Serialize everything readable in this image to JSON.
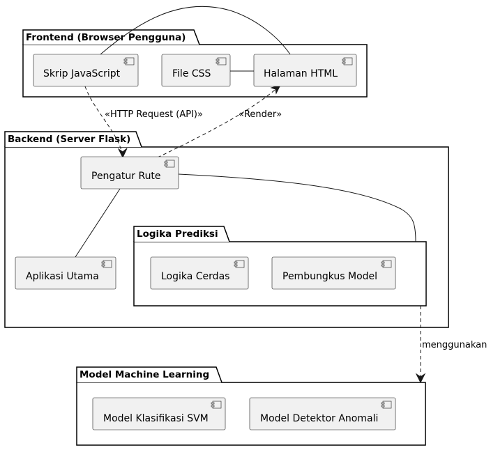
{
  "packages": {
    "frontend": "Frontend (Browser Pengguna)",
    "backend": "Backend (Server Flask)",
    "prediction": "Logika Prediksi",
    "ml": "Model Machine Learning"
  },
  "components": {
    "js": "Skrip JavaScript",
    "css": "File CSS",
    "html": "Halaman HTML",
    "router": "Pengatur Rute",
    "app": "Aplikasi Utama",
    "smart": "Logika Cerdas",
    "wrapper": "Pembungkus Model",
    "svm": "Model Klasifikasi SVM",
    "anomaly": "Model Detektor Anomali"
  },
  "edges": {
    "http": "«HTTP Request (API)»",
    "render": "«Render»",
    "uses": "menggunakan"
  }
}
